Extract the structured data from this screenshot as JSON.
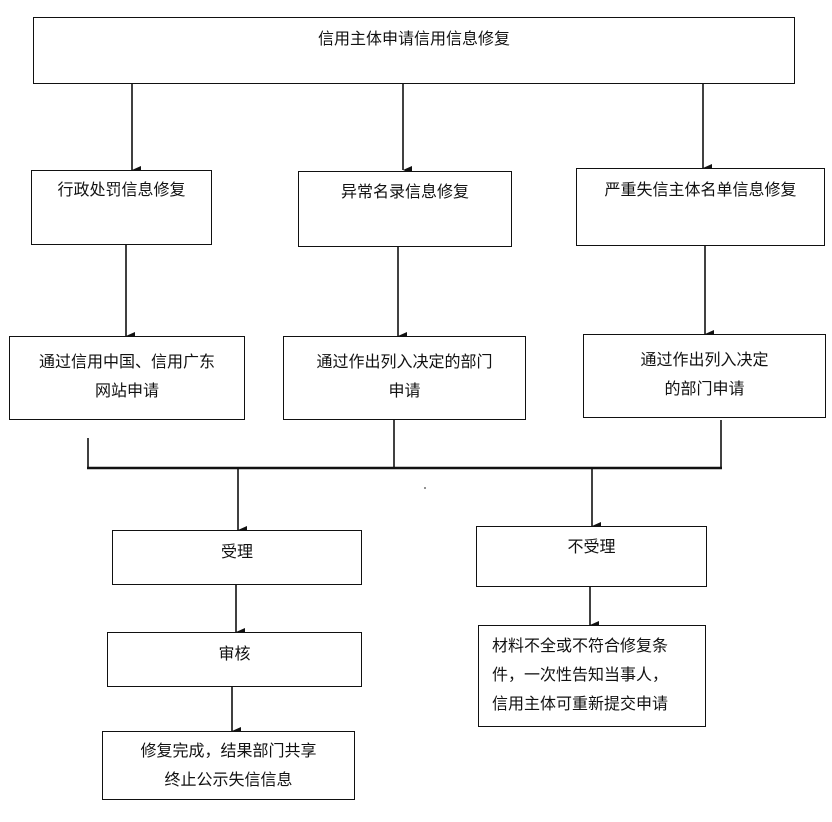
{
  "top": {
    "title": "信用主体申请信用信息修复"
  },
  "categories": [
    {
      "title": "行政处罚信息修复",
      "channel": [
        "通过信用中国、信用广东",
        "网站申请"
      ]
    },
    {
      "title": "异常名录信息修复",
      "channel": [
        "通过作出列入决定的部门",
        "申请"
      ]
    },
    {
      "title": "严重失信主体名单信息修复",
      "channel": [
        "通过作出列入决定",
        "的部门申请"
      ]
    }
  ],
  "accept": {
    "label": "受理",
    "review": "审核",
    "result": [
      "修复完成，结果部门共享",
      "终止公示失信信息"
    ]
  },
  "reject": {
    "label": "不受理",
    "note": [
      "材料不全或不符合修复条",
      "件，一次性告知当事人，",
      "信用主体可重新提交申请"
    ]
  }
}
